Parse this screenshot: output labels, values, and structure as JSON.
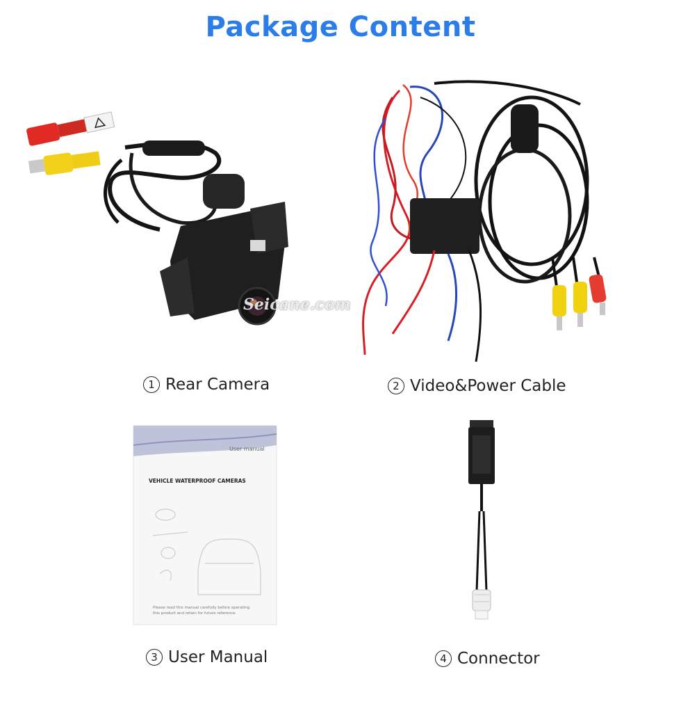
{
  "title": "Package Content",
  "watermark": "Seicane.com",
  "items": [
    {
      "number": "1",
      "label": "Rear Camera"
    },
    {
      "number": "2",
      "label": "Video&Power Cable"
    },
    {
      "number": "3",
      "label": "User Manual"
    },
    {
      "number": "4",
      "label": "Connector"
    }
  ],
  "manual": {
    "corner_label": "User manual",
    "heading": "VEHICLE WATERPROOF CAMERAS",
    "footnote_line1": "Please read this manual carefully before operating",
    "footnote_line2": "this product and retain for future reference."
  },
  "colors": {
    "title": "#2b7de9",
    "cable_black": "#141414",
    "wire_red": "#d81e24",
    "wire_blue": "#2747b8",
    "rca_yellow": "#f1d20f",
    "rca_red": "#e43c2f"
  }
}
